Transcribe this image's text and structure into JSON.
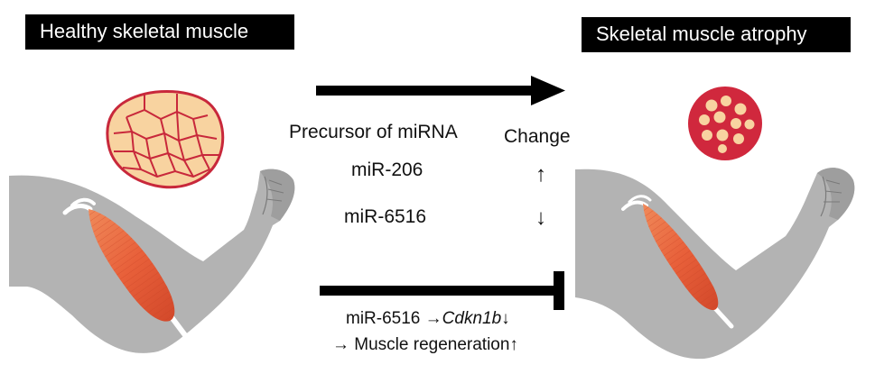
{
  "titles": {
    "left": "Healthy skeletal muscle",
    "right": "Skeletal muscle atrophy"
  },
  "middle": {
    "precursor": "Precursor of miRNA",
    "change": "Change",
    "mir206": "miR-206",
    "mir206_arrow": "↑",
    "mir6516": "miR-6516",
    "mir6516_arrow": "↓",
    "line1_prefix": "miR-6516 →",
    "line1_gene": "Cdkn1b",
    "line1_suffix": "↓",
    "line2": "→ Muscle regeneration↑"
  },
  "colors": {
    "arm": "#b3b3b3",
    "arm_shadow": "#8c8c8c",
    "muscle": "#e8603a",
    "fiber_border": "#c8283b",
    "fiber_fill": "#f8d3a0"
  }
}
